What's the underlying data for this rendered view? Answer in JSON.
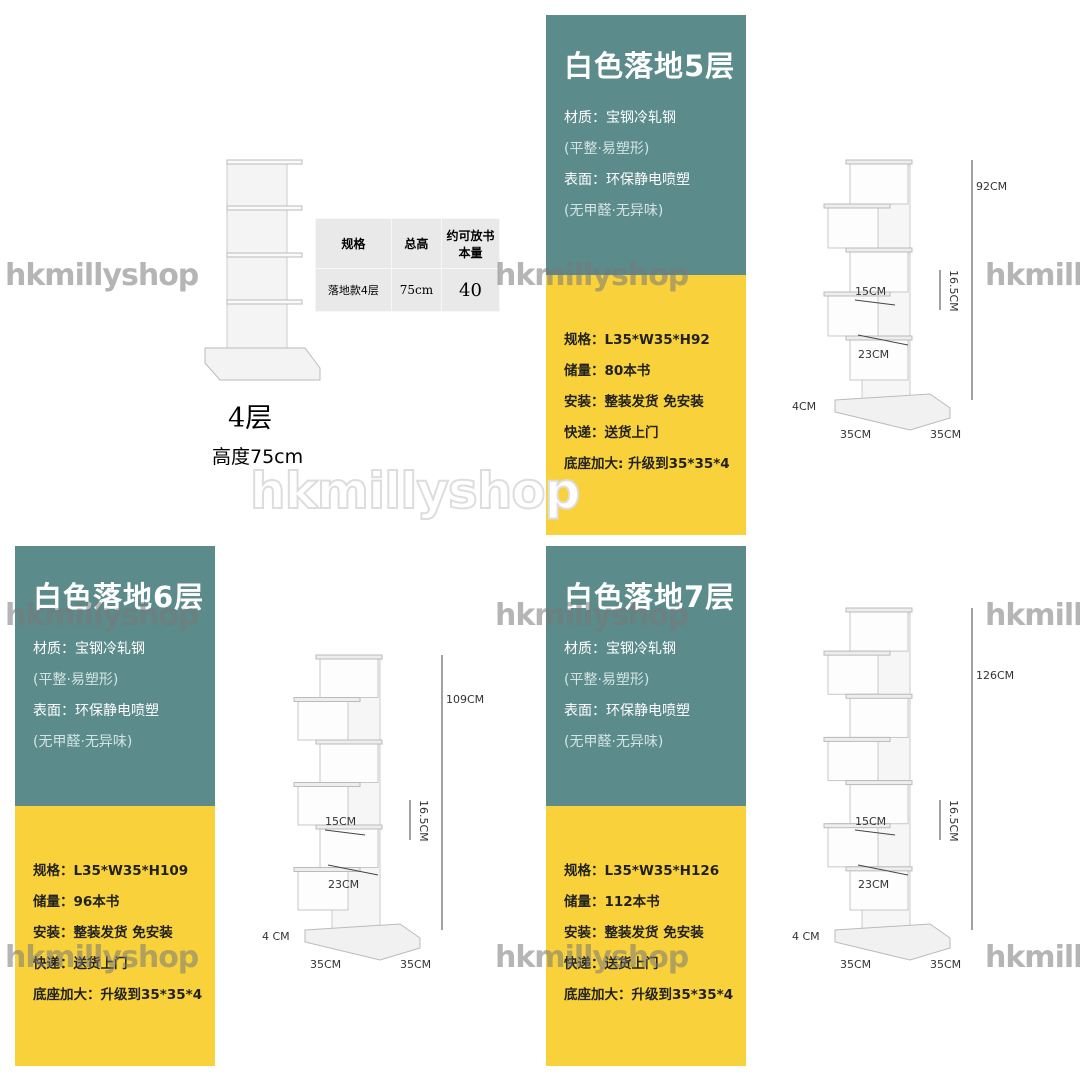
{
  "watermark": "hkmillyshop",
  "four_tier": {
    "title": "4层",
    "height_label": "高度75cm",
    "table": {
      "headers": [
        "规格",
        "总高",
        "约可放书本量"
      ],
      "row": [
        "落地款4层",
        "75cm",
        "40"
      ]
    }
  },
  "panels": [
    {
      "title": "白色落地5层",
      "material": "材质：宝钢冷轧钢",
      "material_note": "(平整·易塑形)",
      "surface": "表面：环保静电喷塑",
      "surface_note": "(无甲醛·无异味)",
      "spec": "规格：L35*W35*H92",
      "capacity": "储量：80本书",
      "install": "安装：整装发货  免安装",
      "delivery": "快递：送货上门",
      "base": "底座加大: 升级到35*35*4",
      "dims": {
        "height": "92CM",
        "gap": "16.5CM",
        "depth": "15CM",
        "width": "23CM",
        "base_h": "4CM",
        "base_l": "35CM",
        "base_w": "35CM"
      }
    },
    {
      "title": "白色落地6层",
      "material": "材质：宝钢冷轧钢",
      "material_note": "(平整·易塑形)",
      "surface": "表面：环保静电喷塑",
      "surface_note": "(无甲醛·无异味)",
      "spec": "规格：L35*W35*H109",
      "capacity": "储量：96本书",
      "install": "安装：整装发货  免安装",
      "delivery": "快递：送货上门",
      "base": "底座加大：升级到35*35*4",
      "dims": {
        "height": "109CM",
        "gap": "16.5CM",
        "depth": "15CM",
        "width": "23CM",
        "base_h": "4 CM",
        "base_l": "35CM",
        "base_w": "35CM"
      }
    },
    {
      "title": "白色落地7层",
      "material": "材质：宝钢冷轧钢",
      "material_note": "(平整·易塑形)",
      "surface": "表面：环保静电喷塑",
      "surface_note": "(无甲醛·无异味)",
      "spec": "规格：L35*W35*H126",
      "capacity": "储量：112本书",
      "install": "安装：整装发货  免安装",
      "delivery": "快递：送货上门",
      "base": "底座加大：升级到35*35*4",
      "dims": {
        "height": "126CM",
        "gap": "16.5CM",
        "depth": "15CM",
        "width": "23CM",
        "base_h": "4 CM",
        "base_l": "35CM",
        "base_w": "35CM"
      }
    }
  ],
  "colors": {
    "teal": "#5b8b8b",
    "yellow": "#f9d23b"
  }
}
